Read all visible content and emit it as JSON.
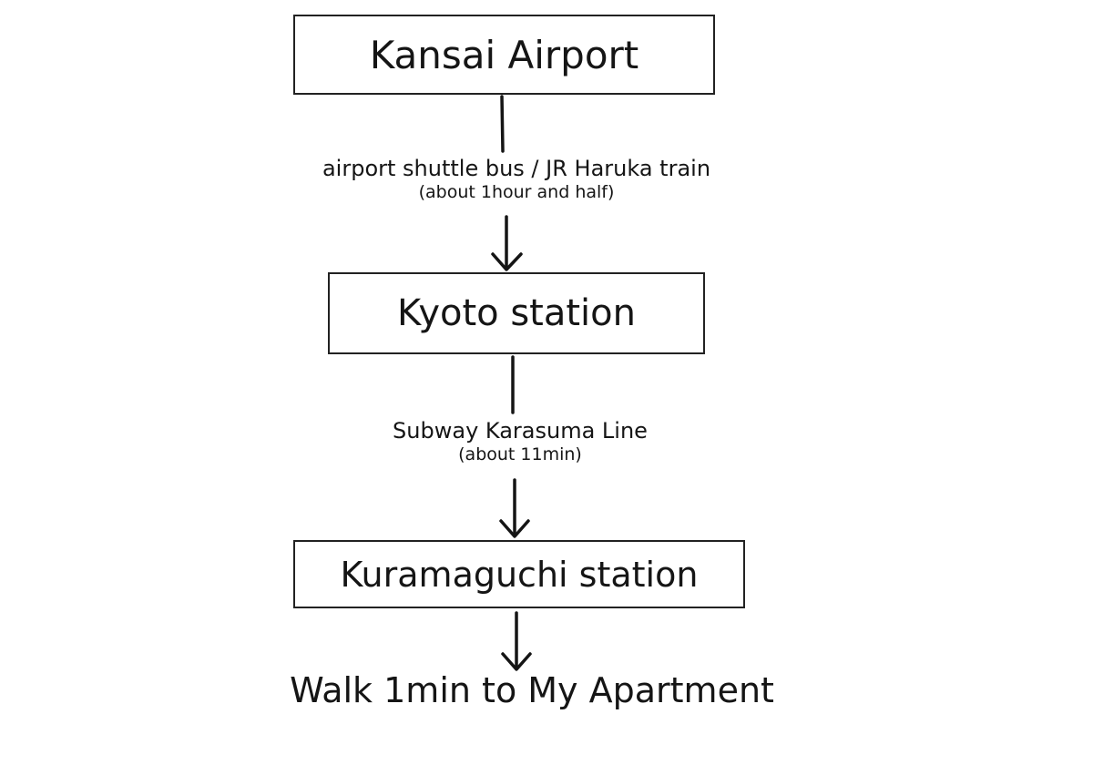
{
  "nodes": {
    "kansai_airport": "Kansai Airport",
    "kyoto_station": "Kyoto station",
    "kuramaguchi_station": "Kuramaguchi station"
  },
  "legs": [
    {
      "mode": "airport shuttle bus / JR Haruka train",
      "duration": "(about 1hour and half)"
    },
    {
      "mode": "Subway Karasuma Line",
      "duration": "(about 11min)"
    }
  ],
  "final_step": "Walk 1min to My Apartment"
}
